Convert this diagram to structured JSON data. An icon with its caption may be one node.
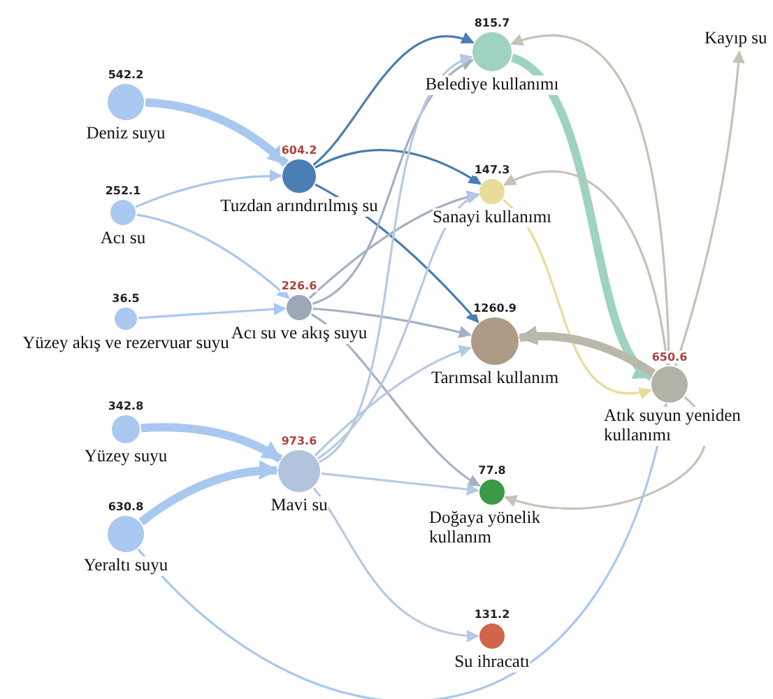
{
  "diagram": {
    "nodes": [
      {
        "text": [
          "542.2",
          "Deniz suyu"
        ]
      },
      {
        "text": [
          "252.1",
          "Acı su"
        ]
      },
      {
        "text": [
          "36.5",
          "Yüzey akış ve rezervuar suyu"
        ]
      },
      {
        "text": [
          "342.8",
          "Yüzey suyu"
        ]
      },
      {
        "text": [
          "630.8",
          "Yeraltı suyu"
        ]
      },
      {
        "text": [
          "604.2",
          "Tuzdan arındırılmış su"
        ]
      },
      {
        "text": [
          "226.6",
          "Acı su ve akış suyu"
        ]
      },
      {
        "text": [
          "973.6",
          "Mavi su"
        ]
      },
      {
        "text": [
          "815.7",
          "Belediye kullanımı"
        ]
      },
      {
        "text": [
          "147.3",
          "Sanayi kullanımı"
        ]
      },
      {
        "text": [
          "1260.9",
          "Tarımsal kullanım"
        ]
      },
      {
        "text": [
          "77.8",
          "Doğaya yönelik kullanım"
        ]
      },
      {
        "text": [
          "131.2",
          "Su ihracatı"
        ]
      },
      {
        "text": [
          "650.6",
          "Atık suyun yeniden kullanımı"
        ]
      },
      {
        "text": [
          "Kayıp su"
        ]
      }
    ],
    "edges": [
      {
        "from": 0,
        "to": 5,
        "arrow": "to",
        "style": "thick"
      },
      {
        "from": 1,
        "to": 5,
        "arrow": "to"
      },
      {
        "from": 1,
        "to": 6,
        "arrow": "to"
      },
      {
        "from": 2,
        "to": 6,
        "arrow": "to"
      },
      {
        "from": 3,
        "to": 7,
        "arrow": "to",
        "style": "thick"
      },
      {
        "from": 4,
        "to": 7,
        "arrow": "to",
        "style": "thick"
      },
      {
        "from": 4,
        "to": 13,
        "arrow": "to"
      },
      {
        "from": 5,
        "to": 8,
        "arrow": "to",
        "color": "#4a7db3"
      },
      {
        "from": 5,
        "to": 9,
        "arrow": "to",
        "color": "#4a7db3"
      },
      {
        "from": 5,
        "to": 10,
        "arrow": "to",
        "color": "#4a7db3"
      },
      {
        "from": 6,
        "to": 8,
        "arrow": "to",
        "color": "#a3b1c2"
      },
      {
        "from": 6,
        "to": 9,
        "arrow": "to",
        "color": "#a3b1c2"
      },
      {
        "from": 6,
        "to": 10,
        "arrow": "to",
        "color": "#a3b1c2"
      },
      {
        "from": 6,
        "to": 11,
        "arrow": "to",
        "color": "#a3b1c2"
      },
      {
        "from": 7,
        "to": 8,
        "arrow": "to",
        "color": "#b6c9e2"
      },
      {
        "from": 7,
        "to": 9,
        "arrow": "to",
        "color": "#b6c9e2"
      },
      {
        "from": 7,
        "to": 10,
        "arrow": "to",
        "color": "#b6c9e2"
      },
      {
        "from": 7,
        "to": 11,
        "arrow": "to",
        "color": "#b6c9e2"
      },
      {
        "from": 7,
        "to": 12,
        "arrow": "to",
        "color": "#b6c9e2"
      },
      {
        "from": 8,
        "to": 13,
        "arrow": "to",
        "style": "thick",
        "color": "#9fd3bf"
      },
      {
        "from": 9,
        "to": 13,
        "arrow": "to",
        "color": "#e8dc9a"
      },
      {
        "from": 13,
        "to": 10,
        "arrow": "to",
        "style": "thick",
        "color": "#b9b8aa"
      },
      {
        "from": 13,
        "to": 8,
        "arrow": "to",
        "color": "#c4c3b6"
      },
      {
        "from": 13,
        "to": 9,
        "arrow": "to",
        "color": "#c4c3b6"
      },
      {
        "from": 13,
        "to": 14,
        "arrow": "to",
        "color": "#c4c3b6"
      },
      {
        "from": 13,
        "to": 11,
        "arrow": "to",
        "color": "#c4c3b6"
      }
    ]
  }
}
